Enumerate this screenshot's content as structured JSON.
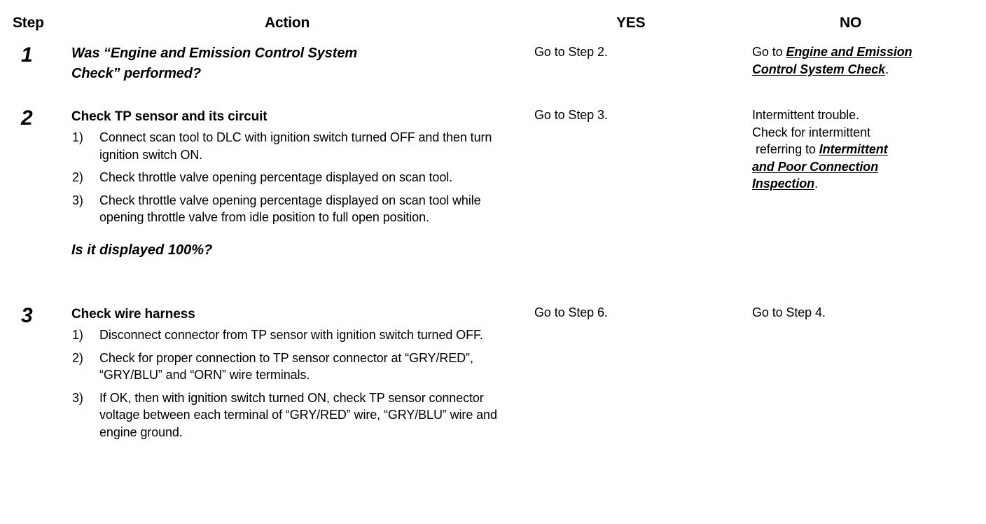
{
  "table": {
    "headers": {
      "step": "Step",
      "action": "Action",
      "yes": "YES",
      "no": "NO"
    },
    "rows": [
      {
        "step": "1",
        "action": {
          "title_line_1": "Was “Engine and Emission Control System",
          "title_line_2": "Check” performed?",
          "items": [],
          "question": ""
        },
        "yes": {
          "line_1": "Go to Step 2."
        },
        "no": {
          "lead": "Go to ",
          "ref_line_1": "Engine and Emission",
          "ref_line_2": "Control System Check",
          "tail": "."
        }
      },
      {
        "step": "2",
        "action": {
          "title": "Check TP sensor and its circuit",
          "items": [
            {
              "marker": "1)",
              "text": "Connect scan tool to DLC with ignition switch turned OFF and then turn ignition switch ON."
            },
            {
              "marker": "2)",
              "text": "Check throttle valve opening percentage displayed on scan tool."
            },
            {
              "marker": "3)",
              "text": "Check throttle valve opening percentage displayed on scan tool while opening throttle valve from idle position to full open position."
            }
          ],
          "question": "Is it displayed 100%?"
        },
        "yes": {
          "line_1": "Go to Step 3."
        },
        "no": {
          "line_1": "Intermittent trouble.",
          "line_2": "Check for intermittent",
          "line_3_lead": "referring to ",
          "ref_line_1": "Intermittent",
          "ref_line_2": "and Poor Connection",
          "ref_line_3": "Inspection",
          "tail": "."
        }
      },
      {
        "step": "3",
        "action": {
          "title": "Check wire harness",
          "items": [
            {
              "marker": "1)",
              "text": "Disconnect connector from TP sensor with ignition switch turned OFF."
            },
            {
              "marker": "2)",
              "text": "Check for proper connection to TP sensor connector at “GRY/RED”, “GRY/BLU” and “ORN” wire terminals."
            },
            {
              "marker": "3)",
              "text": "If OK, then with ignition switch turned ON, check TP sensor connector voltage between each terminal of “GRY/RED” wire, “GRY/BLU” wire and engine ground."
            }
          ],
          "question": ""
        },
        "yes": {
          "line_1": "Go to Step 6."
        },
        "no": {
          "line_1": "Go to Step 4."
        }
      }
    ]
  },
  "colors": {
    "text": "#000000",
    "background": "#ffffff"
  }
}
